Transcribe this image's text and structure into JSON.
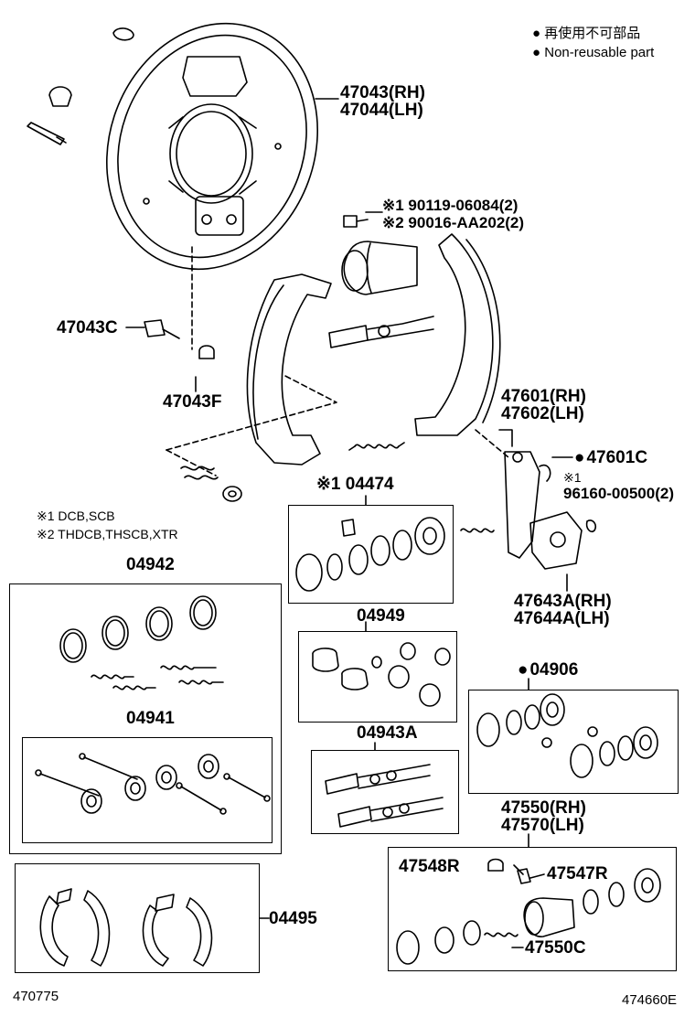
{
  "legend": {
    "bullet": "●",
    "jp": "再使用不可部品",
    "en": "Non-reusable part"
  },
  "notes": {
    "n1": "※1 DCB,SCB",
    "n2": "※2 THDCB,THSCB,XTR"
  },
  "labels": {
    "backing_plate_rh": "47043(RH)",
    "backing_plate_lh": "47044(LH)",
    "bolt1": "※1 90119-06084(2)",
    "bolt2": "※2 90016-AA202(2)",
    "pin": "47043C",
    "nut": "47043F",
    "lever_rh": "47601(RH)",
    "lever_lh": "47602(LH)",
    "clip": "47601C",
    "washer1_mark": "※1",
    "washer1": "96160-00500(2)",
    "cylinder_kit": "※1 04474",
    "adjuster_rh": "47643A(RH)",
    "adjuster_lh": "47644A(LH)",
    "spring_kit": "04942",
    "kit_04949": "04949",
    "kit_04941": "04941",
    "kit_04906": "04906",
    "kit_04943A": "04943A",
    "wheel_cyl_rh": "47550(RH)",
    "wheel_cyl_lh": "47570(LH)",
    "bleeder_cap": "47548R",
    "bleeder": "47547R",
    "cyl_spring": "47550C",
    "shoe_kit": "04495",
    "ref_left": "470775",
    "ref_right": "474660E"
  }
}
